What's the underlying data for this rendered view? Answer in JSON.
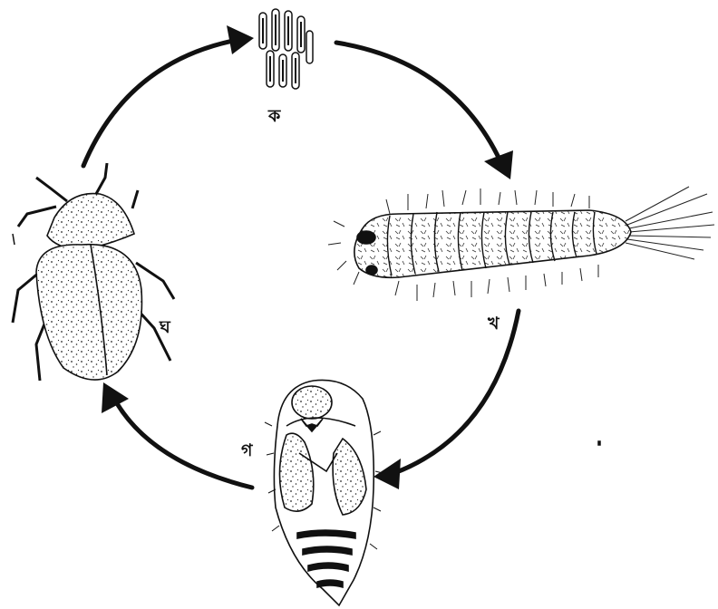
{
  "diagram": {
    "labels": {
      "egg": "ক",
      "larva": "খ",
      "pupa": "গ",
      "adult": "ঘ"
    }
  }
}
